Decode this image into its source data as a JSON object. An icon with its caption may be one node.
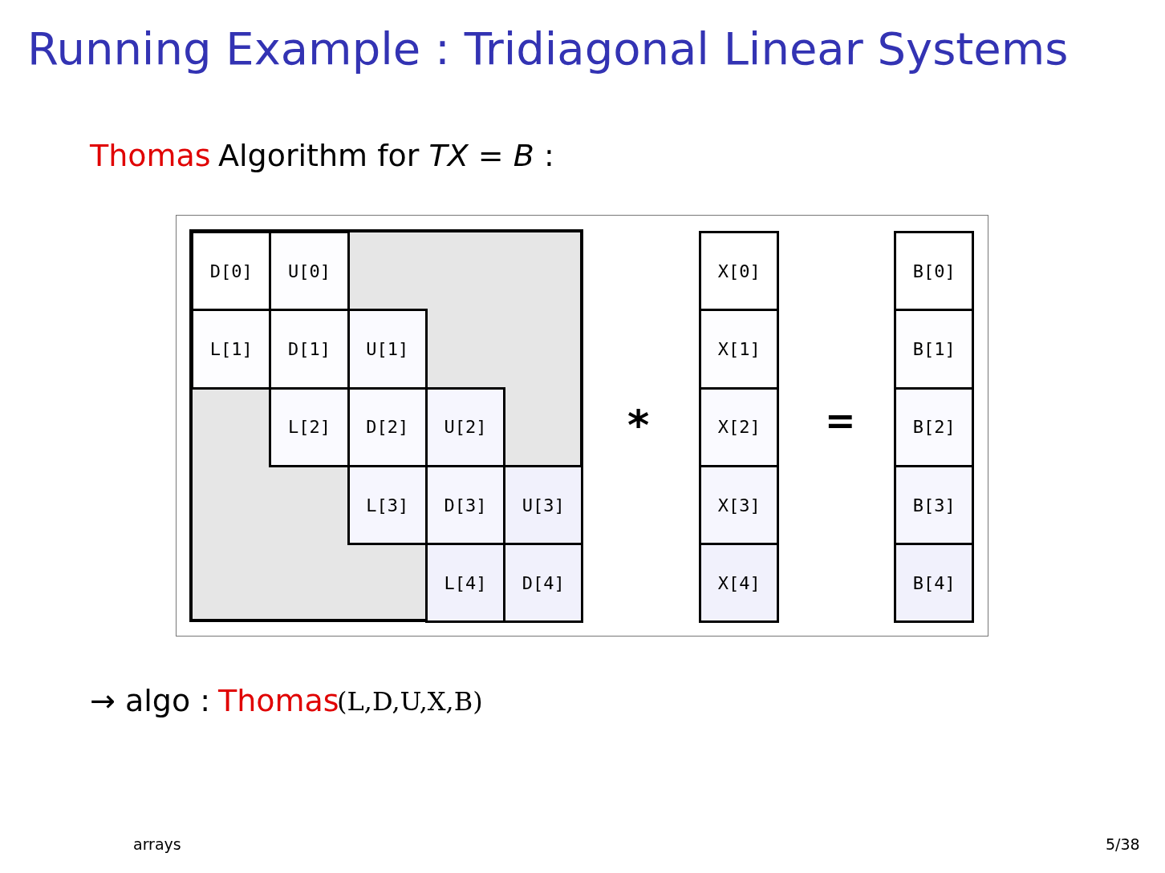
{
  "diagram": {
    "title": "Running Example : Tridiagonal Linear Systems",
    "nodes": [
      {
        "text": [
          "D[0]"
        ]
      },
      {
        "text": [
          "U[0]"
        ]
      },
      {
        "text": [
          "L[1]"
        ]
      },
      {
        "text": [
          "D[1]"
        ]
      },
      {
        "text": [
          "U[1]"
        ]
      },
      {
        "text": [
          "L[2]"
        ]
      },
      {
        "text": [
          "D[2]"
        ]
      },
      {
        "text": [
          "U[2]"
        ]
      },
      {
        "text": [
          "L[3]"
        ]
      },
      {
        "text": [
          "D[3]"
        ]
      },
      {
        "text": [
          "U[3]"
        ]
      },
      {
        "text": [
          "L[4]"
        ]
      },
      {
        "text": [
          "D[4]"
        ]
      },
      {
        "text": [
          "X[0]"
        ]
      },
      {
        "text": [
          "X[1]"
        ]
      },
      {
        "text": [
          "X[2]"
        ]
      },
      {
        "text": [
          "X[3]"
        ]
      },
      {
        "text": [
          "X[4]"
        ]
      },
      {
        "text": [
          "B[0]"
        ]
      },
      {
        "text": [
          "B[1]"
        ]
      },
      {
        "text": [
          "B[2]"
        ]
      },
      {
        "text": [
          "B[3]"
        ]
      },
      {
        "text": [
          "B[4]"
        ]
      }
    ],
    "labels": [
      "Thomas",
      "Algorithm for *TX* = *B* :",
      "*",
      "=",
      "→ algo :",
      "Thomas",
      "(L,D,U,X,B)",
      "arrays",
      "5/38"
    ]
  }
}
